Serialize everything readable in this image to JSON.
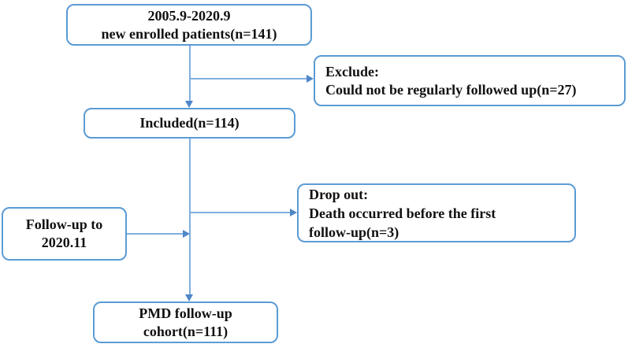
{
  "diagram_type": "patient-flow-chart",
  "colors": {
    "box_border": "#5B9BD5",
    "connector_line": "#7FAFDE",
    "arrowhead": "#4E87C8",
    "text": "#111111",
    "background": "#ffffff"
  },
  "boxes": {
    "enrolled": {
      "lines": [
        "2005.9-2020.9",
        "new enrolled patients(n=141)"
      ],
      "n": 141
    },
    "exclude": {
      "lines": [
        "Exclude:",
        "Could not be regularly followed up(n=27)"
      ],
      "n": 27
    },
    "included": {
      "lines": [
        "Included(n=114)"
      ],
      "n": 114
    },
    "dropout": {
      "lines": [
        "Drop out:",
        "Death occurred before the first",
        "follow-up(n=3)"
      ],
      "n": 3
    },
    "followup": {
      "lines": [
        "Follow-up to",
        "2020.11"
      ]
    },
    "pmd": {
      "lines": [
        "PMD follow-up",
        "cohort(n=111)"
      ],
      "n": 111
    }
  }
}
